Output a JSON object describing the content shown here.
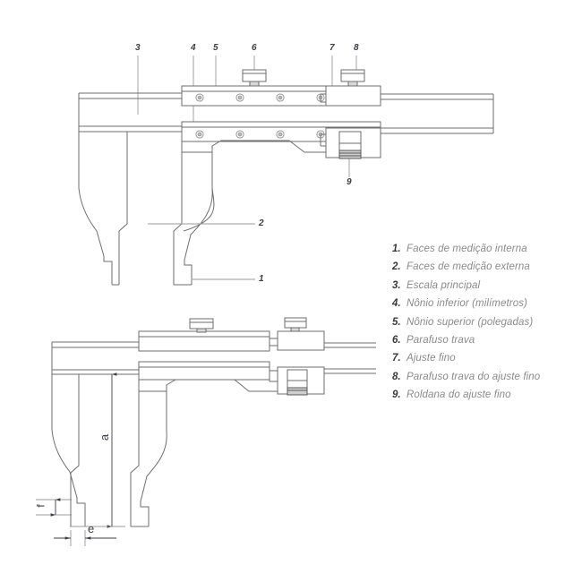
{
  "legend": {
    "items": [
      {
        "num": "1.",
        "label": "Faces de medição interna"
      },
      {
        "num": "2.",
        "label": "Faces de medição externa"
      },
      {
        "num": "3.",
        "label": "Escala principal"
      },
      {
        "num": "4.",
        "label": "Nônio inferior (milímetros)"
      },
      {
        "num": "5.",
        "label": "Nônio superior (polegadas)"
      },
      {
        "num": "6.",
        "label": "Parafuso trava"
      },
      {
        "num": "7.",
        "label": "Ajuste fino"
      },
      {
        "num": "8.",
        "label": "Parafuso trava do ajuste fino"
      },
      {
        "num": "9.",
        "label": "Roldana do ajuste fino"
      }
    ]
  },
  "callouts": {
    "top_view": [
      {
        "id": "3",
        "text": "3"
      },
      {
        "id": "4",
        "text": "4"
      },
      {
        "id": "5",
        "text": "5"
      },
      {
        "id": "6",
        "text": "6"
      },
      {
        "id": "7",
        "text": "7"
      },
      {
        "id": "8",
        "text": "8"
      },
      {
        "id": "9",
        "text": "9"
      },
      {
        "id": "2",
        "text": "2"
      },
      {
        "id": "1",
        "text": "1"
      }
    ]
  },
  "dimensions": {
    "height": "a",
    "width": "e",
    "step": "f"
  },
  "colors": {
    "line": "#6e6e6e",
    "line_dark": "#4a4a4a",
    "legend_text": "#8a8a8a",
    "legend_num": "#3a3a3a",
    "callout": "#3c3c46",
    "background": "#ffffff"
  }
}
